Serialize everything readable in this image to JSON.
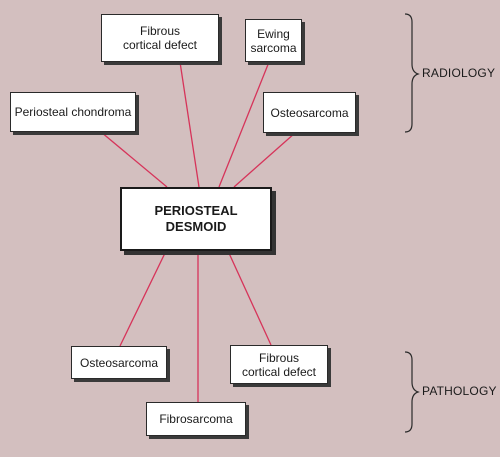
{
  "center": {
    "label": "PERIOSTEAL\nDESMOID"
  },
  "radiology": {
    "label": "RADIOLOGY",
    "nodes": [
      {
        "label": "Fibrous\ncortical defect"
      },
      {
        "label": "Ewing\nsarcoma"
      },
      {
        "label": "Periosteal chondroma"
      },
      {
        "label": "Osteosarcoma"
      }
    ]
  },
  "pathology": {
    "label": "PATHOLOGY",
    "nodes": [
      {
        "label": "Osteosarcoma"
      },
      {
        "label": "Fibrous\ncortical defect"
      },
      {
        "label": "Fibrosarcoma"
      }
    ]
  },
  "colors": {
    "background": "#d3bfbf",
    "connector": "#d6345a",
    "bracket": "#2a2a2a"
  }
}
